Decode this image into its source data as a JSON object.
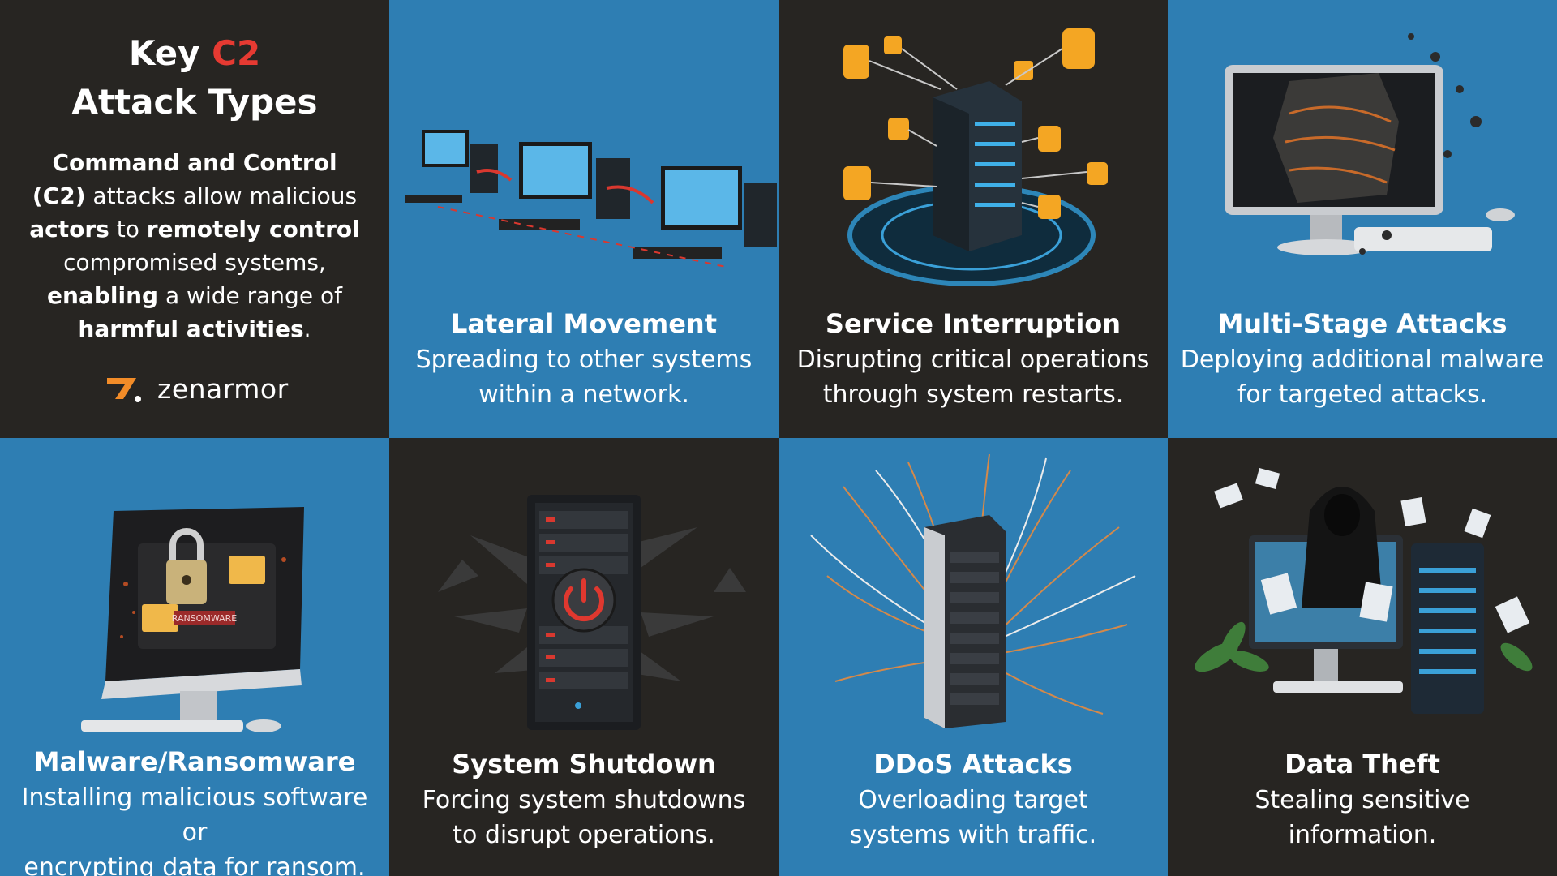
{
  "intro": {
    "title_prefix": "Key ",
    "title_accent": "C2",
    "title_line2": "Attack Types",
    "body": {
      "b1": "Command and Control (C2)",
      "t1": " attacks allow malicious ",
      "b2": "actors",
      "t2": " to ",
      "b3": "remotely control",
      "t3": " compromised systems, ",
      "b4": "enabling",
      "t4": " a wide range of ",
      "b5": "harmful activities",
      "t5": "."
    },
    "logo_text": "zenarmor"
  },
  "cards": [
    {
      "title": "Lateral Movement",
      "desc_line1": "Spreading to other systems",
      "desc_line2": "within a network.",
      "icon": "networked-computers-icon"
    },
    {
      "title": "Service Interruption",
      "desc_line1": "Disrupting critical operations",
      "desc_line2": "through system restarts.",
      "icon": "server-alerts-icon"
    },
    {
      "title": "Multi-Stage Attacks",
      "desc_line1": "Deploying additional malware",
      "desc_line2": "for targeted attacks.",
      "icon": "exploding-monitor-icon"
    },
    {
      "title": "Malware/Ransomware",
      "desc_line1": "Installing malicious software or",
      "desc_line2": "encrypting data for ransom.",
      "icon": "ransomware-monitor-icon",
      "badge": "RANSOMWARE"
    },
    {
      "title": "System Shutdown",
      "desc_line1": "Forcing system shutdowns",
      "desc_line2": "to disrupt operations.",
      "icon": "server-power-icon"
    },
    {
      "title": "DDoS Attacks",
      "desc_line1": "Overloading target",
      "desc_line2": "systems with traffic.",
      "icon": "server-traffic-icon"
    },
    {
      "title": "Data Theft",
      "desc_line1": "Stealing sensitive",
      "desc_line2": "information.",
      "icon": "hacker-documents-icon"
    }
  ],
  "colors": {
    "dark": "#272522",
    "blue": "#2e7eb3",
    "accent": "#e63a32",
    "logo_orange": "#f28c28"
  }
}
